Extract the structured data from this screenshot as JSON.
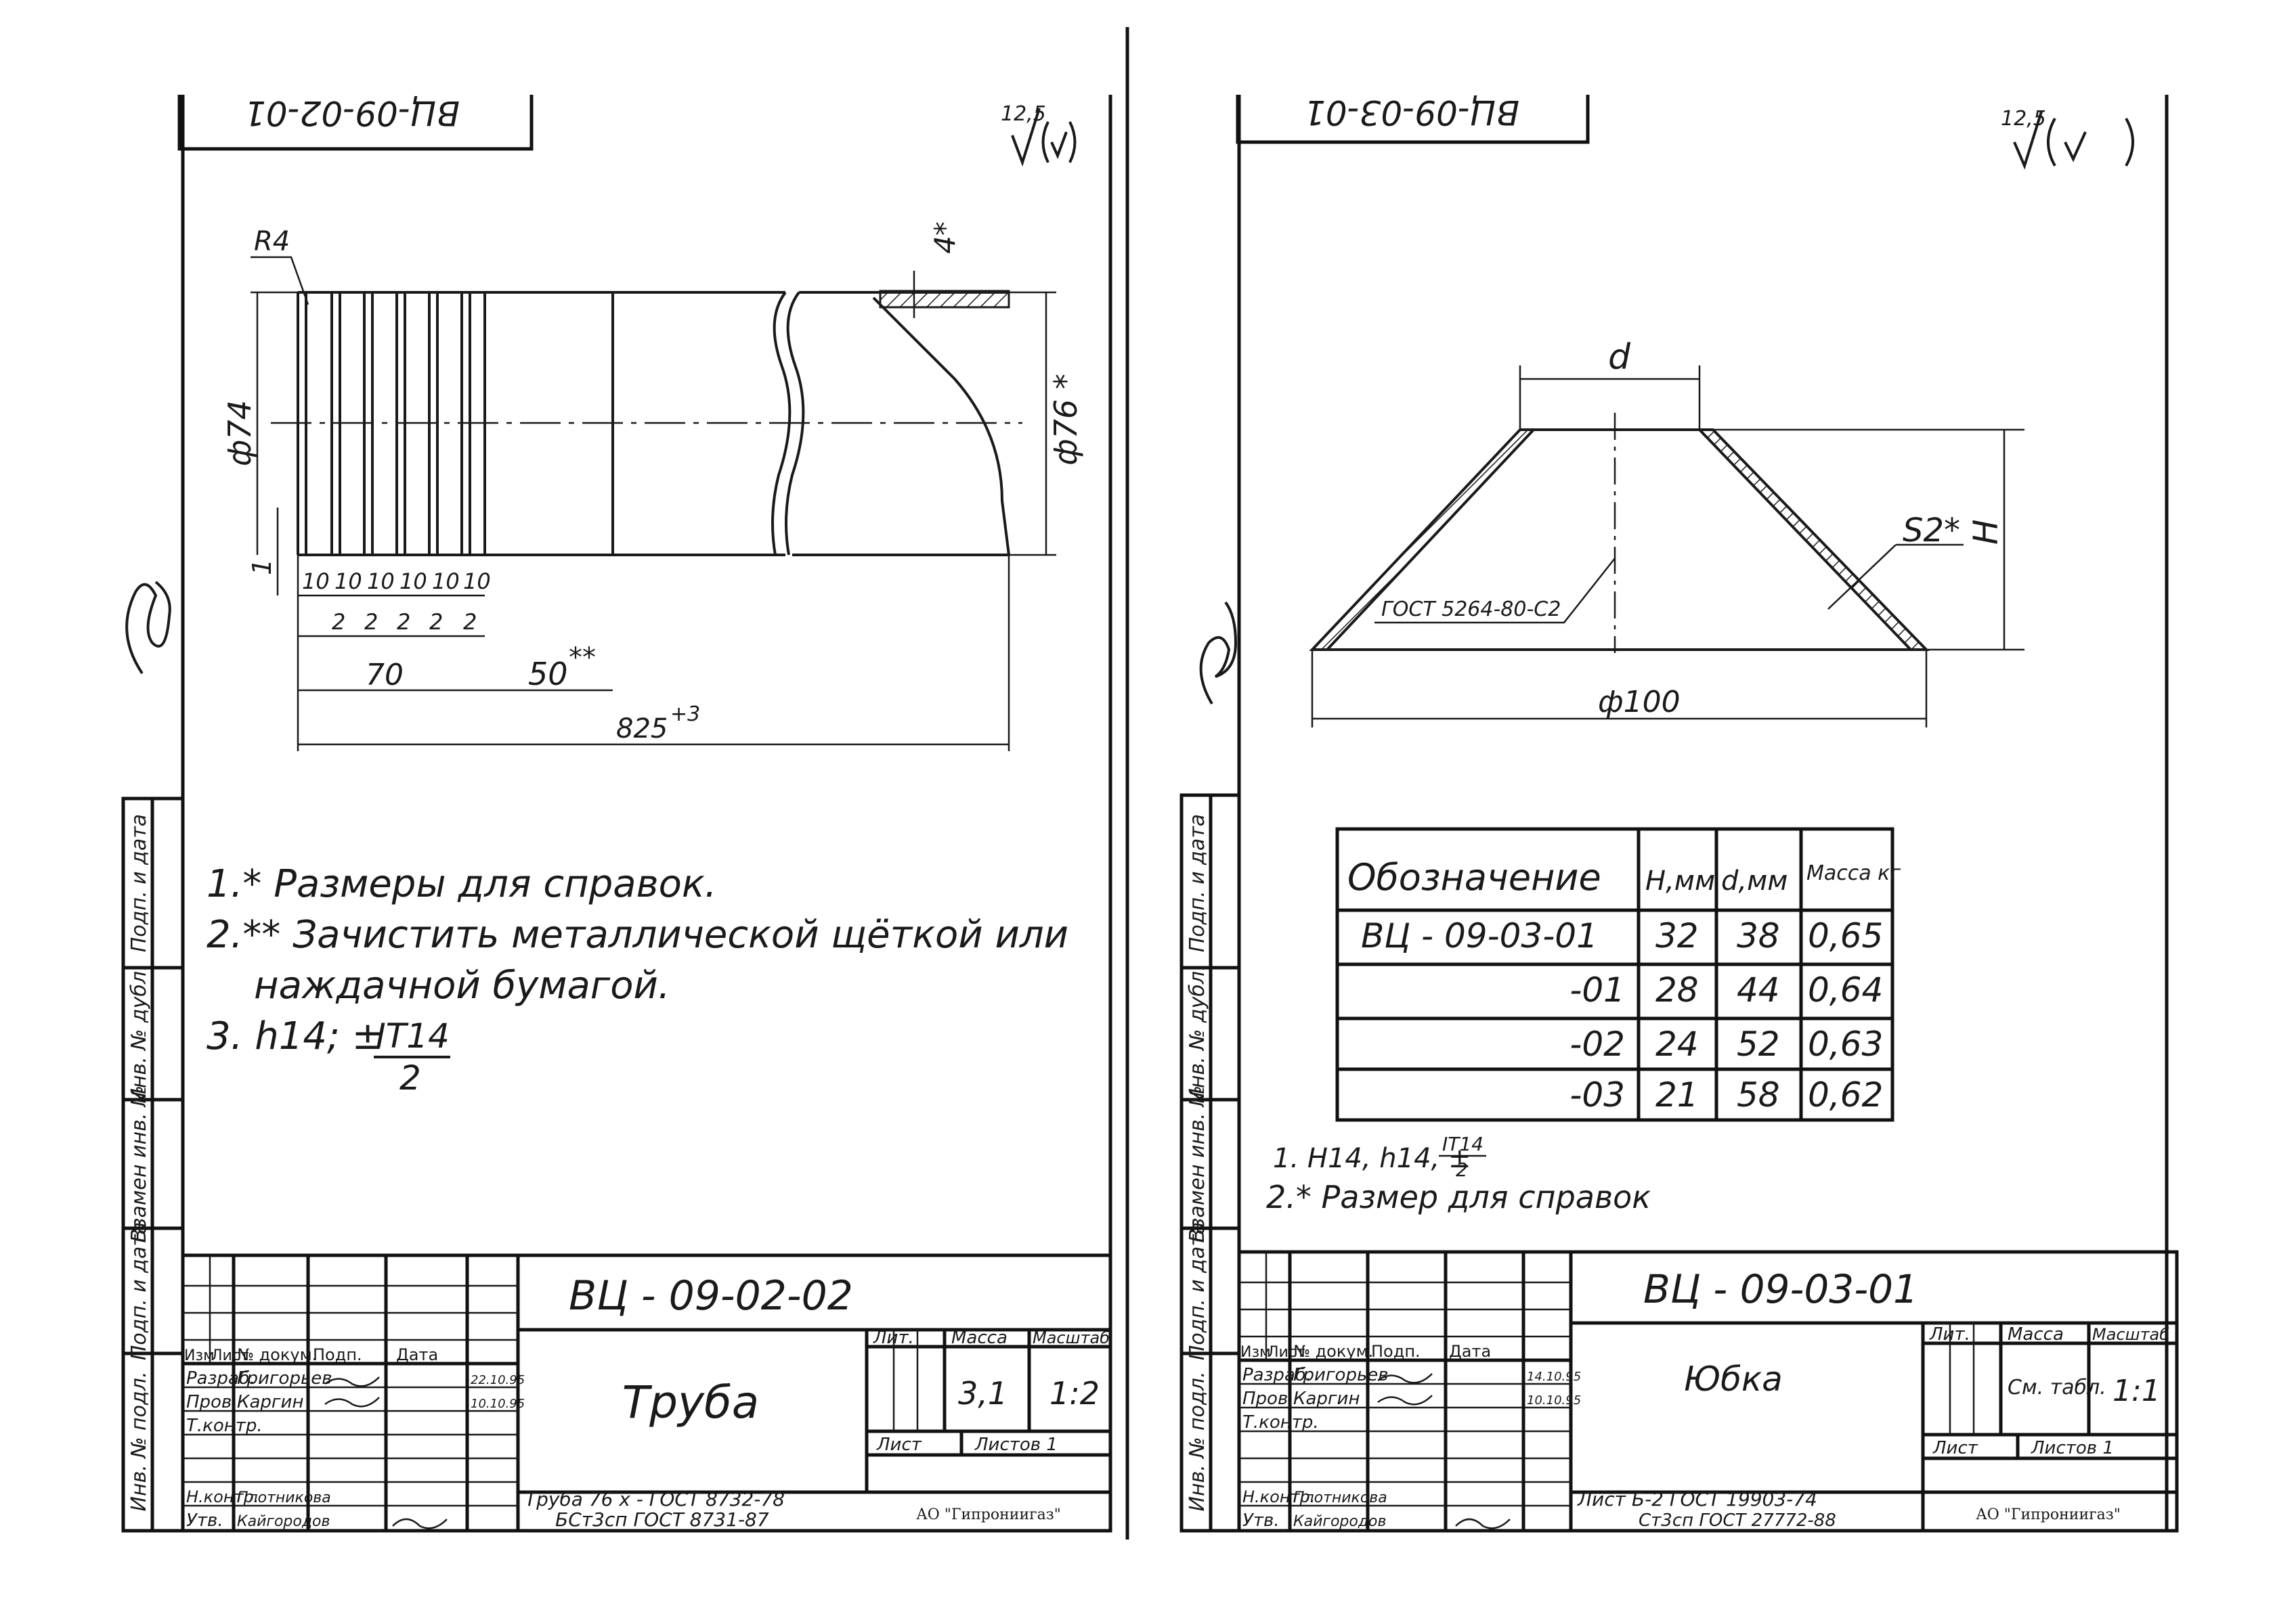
{
  "left_sheet": {
    "top_code_rotated": "ВЦ-09-02-01",
    "roughness": "12,5",
    "drawing": {
      "radius": "R4",
      "dia_left": "ф74",
      "dia_right": "ф76 *",
      "wall": "4*",
      "dim_one": "1",
      "groove_widths": [
        "10",
        "10",
        "10",
        "10",
        "10",
        "10"
      ],
      "groove_gaps": [
        "2",
        "2",
        "2",
        "2",
        "2"
      ],
      "len_70": "70",
      "len_50": "50",
      "len_50_sup": "**",
      "len_825": "825",
      "len_825_sup": "+3"
    },
    "notes": [
      "1.* Размеры для справок.",
      "2.** Зачистить металлической щёткой или",
      "наждачной бумагой.",
      "3. h14; ±"
    ],
    "note3_fraction_num": "IT14",
    "note3_fraction_den": "2",
    "side_labels": [
      "Подп. и дата",
      "Инв. № дубл.",
      "Взамен инв. №",
      "Подп. и дата",
      "Инв. № подл."
    ],
    "title_block": {
      "code": "ВЦ - 09-02-02",
      "name": "Труба",
      "material_line1": "Труба 76 х - ГОСТ 8732-78",
      "material_line2": "БСт3сп ГОСТ 8731-87",
      "headers": [
        "Изм",
        "Лист",
        "№ докум.",
        "Подп.",
        "Дата"
      ],
      "rows": [
        [
          "Разраб.",
          "Григорьев",
          "",
          "22.10.95"
        ],
        [
          "Пров.",
          "Каргин",
          "",
          "10.10.95"
        ],
        [
          "Т.контр.",
          "",
          "",
          ""
        ],
        [
          "",
          "",
          "",
          ""
        ],
        [
          "Н.контр.",
          "Плотникова",
          "",
          ""
        ],
        [
          "Утв.",
          "Кайгородов",
          "",
          ""
        ]
      ],
      "lit_label": "Лит.",
      "mass_label": "Масса",
      "scale_label": "Масштаб",
      "mass": "3,1",
      "scale": "1:2",
      "sheet_label": "Лист",
      "sheets_label": "Листов 1",
      "org": "АО \"Гипрониигаз\""
    }
  },
  "right_sheet": {
    "top_code_rotated": "ВЦ-09-03-01",
    "roughness": "12,5",
    "drawing": {
      "d": "d",
      "H": "H",
      "S": "S2*",
      "dia": "ф100",
      "weld": "ГОСТ 5264-80-С2"
    },
    "table": {
      "headers": [
        "Обозначение",
        "Н,мм",
        "d,мм",
        "Масса кг"
      ],
      "rows": [
        [
          "ВЦ - 09-03-01",
          "32",
          "38",
          "0,65"
        ],
        [
          "-01",
          "28",
          "44",
          "0,64"
        ],
        [
          "-02",
          "24",
          "52",
          "0,63"
        ],
        [
          "-03",
          "21",
          "58",
          "0,62"
        ]
      ]
    },
    "notes": [
      "1. Н14, h14, ±",
      "2.* Размер для справок"
    ],
    "note1_fraction_num": "IT14",
    "note1_fraction_den": "2",
    "side_labels": [
      "Подп. и дата",
      "Инв. № дубл.",
      "Взамен инв. №",
      "Подп. и дата",
      "Инв. № подл."
    ],
    "title_block": {
      "code": "ВЦ - 09-03-01",
      "name": "Юбка",
      "material_line1": "Лист Б-2 ГОСТ 19903-74",
      "material_line2": "Ст3сп ГОСТ 27772-88",
      "headers": [
        "Изм",
        "Лист",
        "№ докум.",
        "Подп.",
        "Дата"
      ],
      "rows": [
        [
          "Разраб.",
          "Григорьев",
          "",
          "14.10.95"
        ],
        [
          "Пров.",
          "Каргин",
          "",
          "10.10.95"
        ],
        [
          "Т.контр.",
          "",
          "",
          ""
        ],
        [
          "",
          "",
          "",
          ""
        ],
        [
          "Н.контр.",
          "Плотникова",
          "",
          ""
        ],
        [
          "Утв.",
          "Кайгородов",
          "",
          ""
        ]
      ],
      "lit_label": "Лит.",
      "mass_label": "Масса",
      "scale_label": "Масштаб",
      "mass": "См. табл.",
      "scale": "1:1",
      "sheet_label": "Лист",
      "sheets_label": "Листов 1",
      "org": "АО \"Гипрониигаз\""
    }
  }
}
